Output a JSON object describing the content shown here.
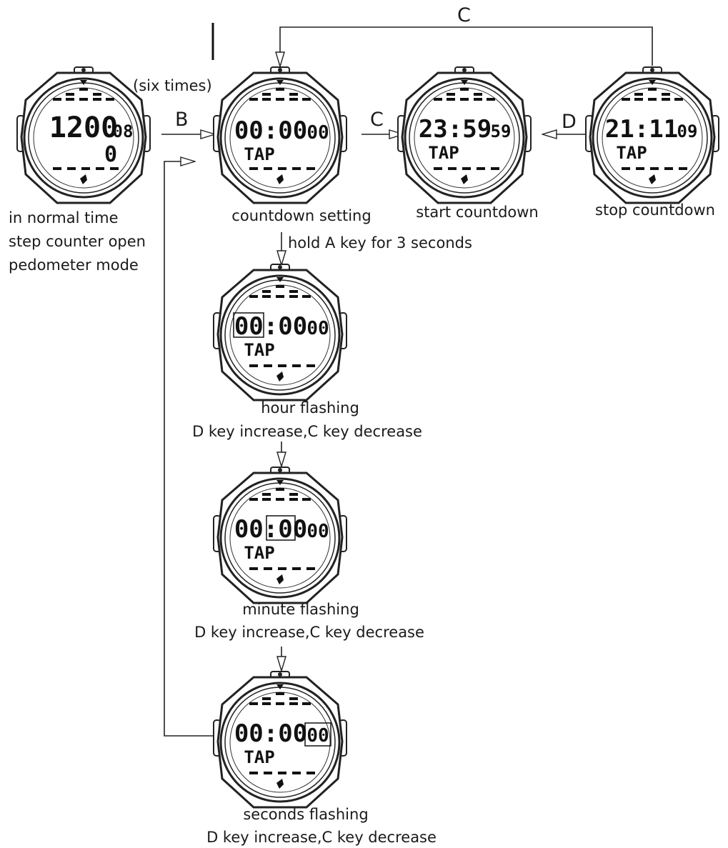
{
  "keys": {
    "b": "B",
    "c_top": "C",
    "c_mid": "C",
    "d": "D"
  },
  "six_times": "(six times)",
  "normal": {
    "caption_lines": [
      "in normal time",
      "step counter open",
      "pedometer mode"
    ],
    "time": "1200",
    "sec": "08",
    "step": "0"
  },
  "setting": {
    "caption": "countdown setting",
    "time": "00:00",
    "sec": "00",
    "sub": "TAP"
  },
  "start": {
    "caption": "start countdown",
    "time": "23:59",
    "sec": "59",
    "sub": "TAP"
  },
  "stop": {
    "caption": "stop countdown",
    "time": "21:11",
    "sec": "09",
    "sub": "TAP"
  },
  "hold_caption": "hold A key for 3 seconds",
  "hour": {
    "caption": "hour flashing",
    "caption2": "D key increase,C key decrease",
    "time": "00:00",
    "sec": "00",
    "sub": "TAP"
  },
  "minute": {
    "caption": "minute flashing",
    "caption2": "D key increase,C key decrease",
    "time": "00:00",
    "sec": "00",
    "sub": "TAP"
  },
  "seconds": {
    "caption": "seconds flashing",
    "caption2": "D key increase,C key decrease",
    "time": "00:00",
    "sec": "00",
    "sub": "TAP"
  }
}
